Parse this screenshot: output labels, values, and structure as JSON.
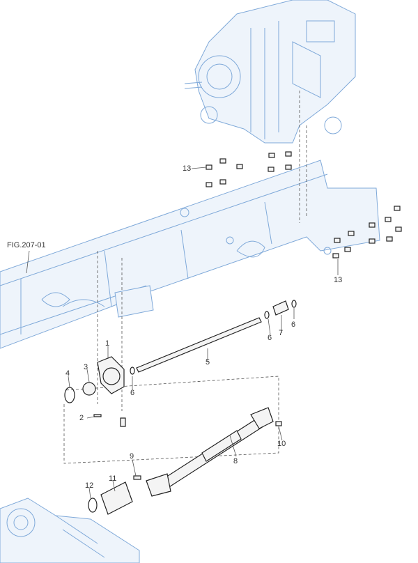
{
  "figure_ref": "FIG.207-01",
  "callouts": {
    "c1": "1",
    "c2": "2",
    "c3": "3",
    "c4": "4",
    "c5": "5",
    "c6a": "6",
    "c6b": "6",
    "c6c": "6",
    "c7": "7",
    "c8": "8",
    "c9": "9",
    "c10": "10",
    "c11": "11",
    "c12": "12",
    "c13a": "13",
    "c13b": "13"
  },
  "colors": {
    "outline_blue": "#7fa9d9",
    "part_black": "#222222"
  }
}
